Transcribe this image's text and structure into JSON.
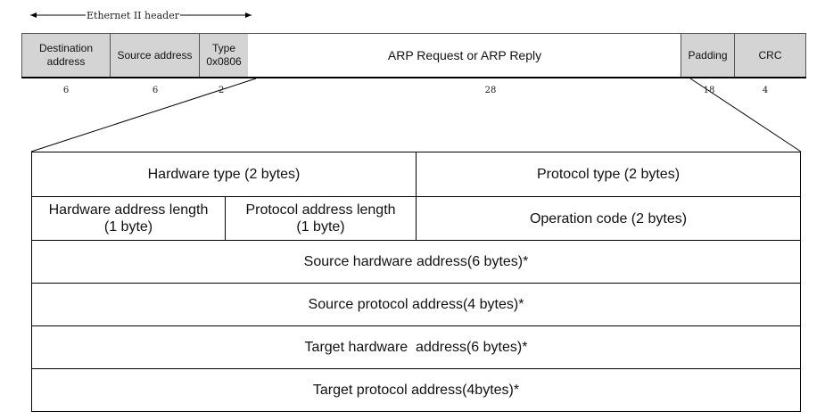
{
  "ethernet_header_label": "Ethernet II header",
  "frame": {
    "destination": "Destination address",
    "source": "Source address",
    "type": "Type 0x0806",
    "payload": "ARP Request or ARP Reply",
    "padding": "Padding",
    "crc": "CRC"
  },
  "sizes": {
    "destination": "6",
    "source": "6",
    "type": "2",
    "payload": "28",
    "padding": "18",
    "crc": "4"
  },
  "arp": {
    "hardware_type": "Hardware type (2 bytes)",
    "protocol_type": "Protocol type (2 bytes)",
    "hw_addr_len": "Hardware address length (1 byte)",
    "proto_addr_len": "Protocol address length (1 byte)",
    "opcode": "Operation code (2 bytes)",
    "src_hw": "Source hardware address(6 bytes)*",
    "src_proto": "Source protocol address(4 bytes)*",
    "tgt_hw": "Target hardware  address(6 bytes)*",
    "tgt_proto": "Target protocol address(4bytes)*"
  },
  "colors": {
    "header_fill": "#d4d4d4",
    "line": "#000000"
  }
}
